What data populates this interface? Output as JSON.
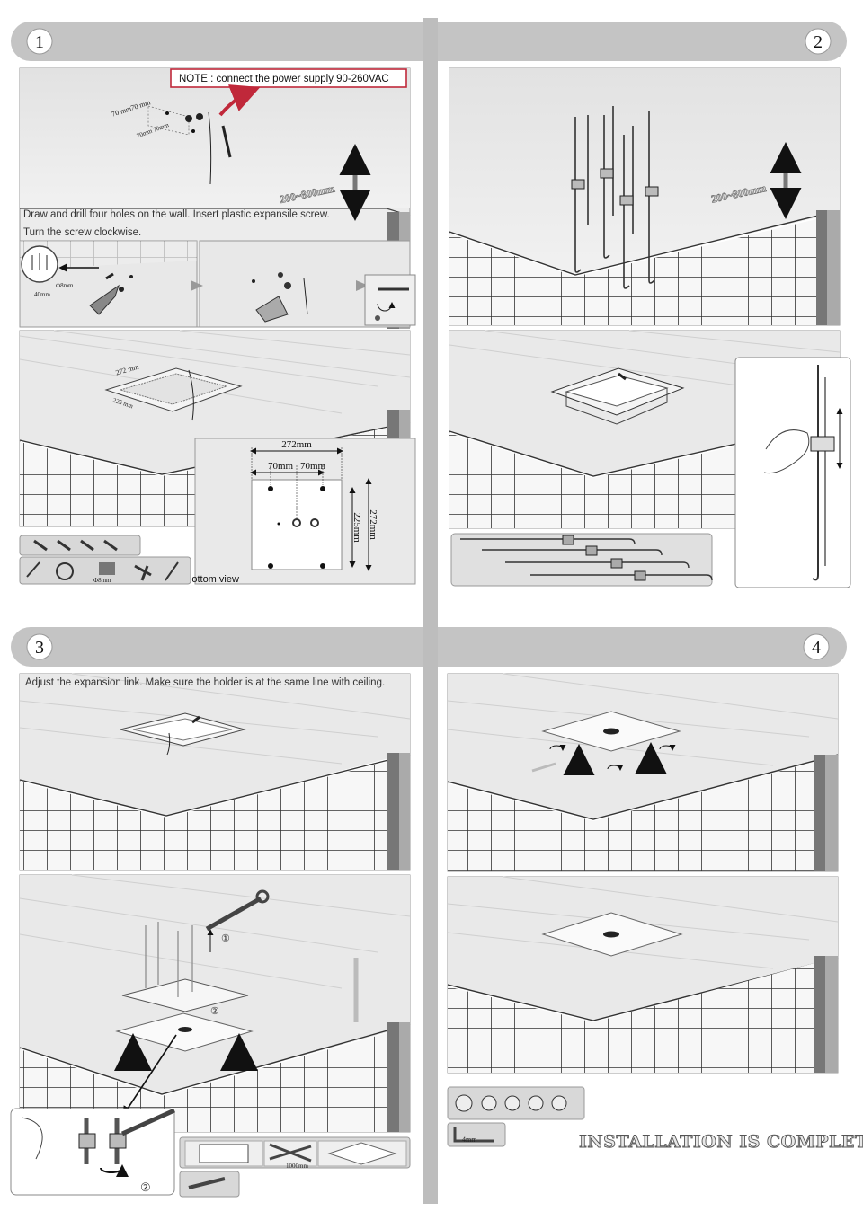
{
  "steps": [
    {
      "number": "1"
    },
    {
      "number": "2"
    },
    {
      "number": "3"
    },
    {
      "number": "4"
    }
  ],
  "step1": {
    "note": "NOTE : connect the power supply 90-260VAC",
    "hole_spacing": "70 mm70 mm",
    "hole_spacing_rot": "70mm 70mm",
    "height_range": "200~800mm",
    "instruction_line1": "Draw and drill four holes on the wall.  Insert plastic expansile screw.",
    "instruction_line2": "Turn the screw clockwise.",
    "drill_diameter": "Φ8mm",
    "drill_depth": "40mm",
    "ceiling_width": "272 mm",
    "ceiling_depth": "225 mm",
    "bottom_view": {
      "width_label": "272mm",
      "left_spacing": "70mm",
      "right_spacing": "70mm",
      "height_inner": "225mm",
      "height_outer": "272mm",
      "caption": "Bottom view"
    },
    "drill_bit_label": "Φ8mm"
  },
  "step2": {
    "height_range": "200~800mm"
  },
  "step3": {
    "instruction": "Adjust the expansion link. Make sure the holder is at the same line with ceiling.",
    "marker1": "①",
    "marker2": "②",
    "marker2b": "②",
    "pipe_length": "1000mm"
  },
  "step4": {
    "hex_key": "4mm",
    "complete": "INSTALLATION IS COMPLETE"
  },
  "colors": {
    "header_band": "#c4c4c4",
    "divider": "#bdbdbd",
    "panel_bg": "#ececec",
    "note_border": "#c0283a",
    "arrow_red": "#c0283a"
  }
}
